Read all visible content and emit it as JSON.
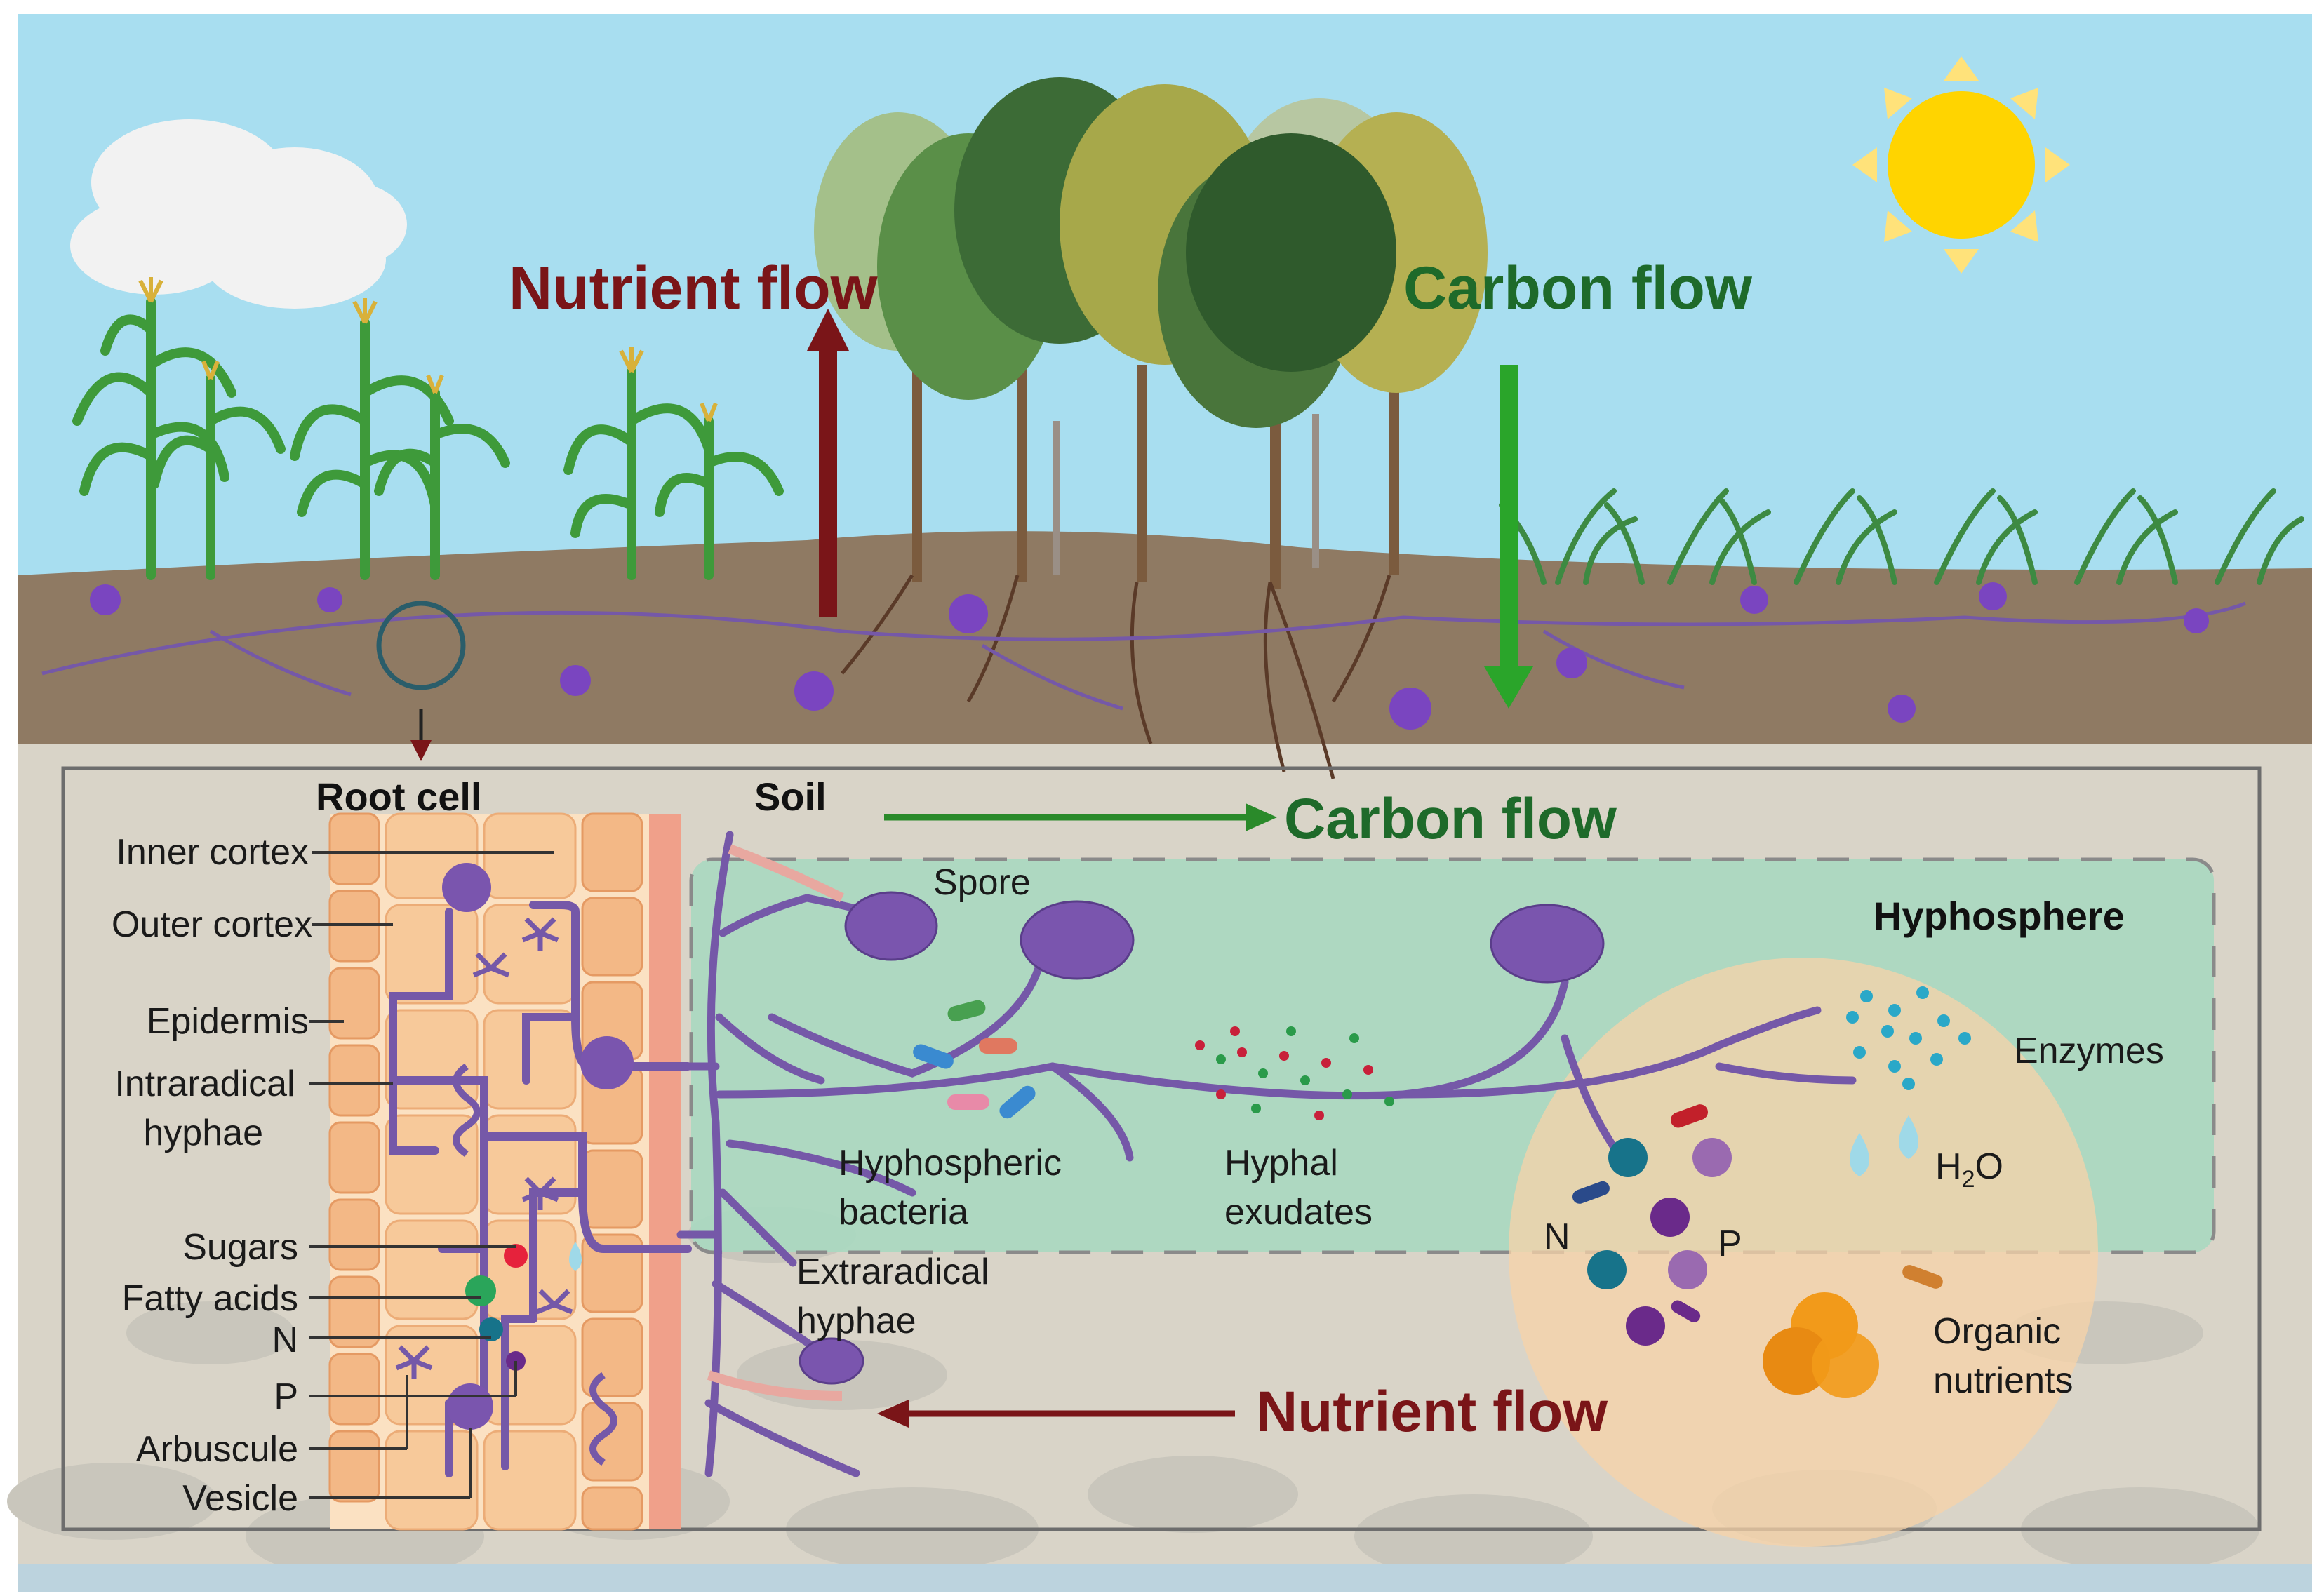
{
  "top_labels": {
    "nutrient_flow": "Nutrient flow",
    "carbon_flow": "Carbon flow"
  },
  "panel": {
    "root_cell": "Root cell",
    "soil": "Soil",
    "carbon_flow": "Carbon flow",
    "nutrient_flow": "Nutrient flow",
    "hyphosphere": "Hyphosphere",
    "spore": "Spore",
    "hyphospheric_bacteria": [
      "Hyphospheric",
      "bacteria"
    ],
    "hyphal_exudates": [
      "Hyphal",
      "exudates"
    ],
    "extraradical_hyphae": [
      "Extraradical",
      "hyphae"
    ],
    "enzymes": "Enzymes",
    "water": "H",
    "water_sub": "2",
    "water_end": "O",
    "n": "N",
    "p": "P",
    "organic_nutrients": [
      "Organic",
      "nutrients"
    ]
  },
  "root_labels": {
    "inner_cortex": "Inner cortex",
    "outer_cortex": "Outer cortex",
    "epidermis": "Epidermis",
    "intraradical_hyphae": [
      "Intraradical",
      "hyphae"
    ],
    "sugars": "Sugars",
    "fatty_acids": "Fatty acids",
    "n": "N",
    "p": "P",
    "arbuscule": "Arbuscule",
    "vesicle": "Vesicle"
  },
  "colors": {
    "sky": "#a8def0",
    "soil_top": "#8f7a63",
    "nutrient": "#7a1518",
    "carbon": "#1e7a2c",
    "carbon_arrow": "#2aa52a",
    "hyphae": "#7558a8",
    "sun": "#ffd400",
    "hyphosphere": "#a9d8c0",
    "root_cell": "#f5c89a"
  }
}
